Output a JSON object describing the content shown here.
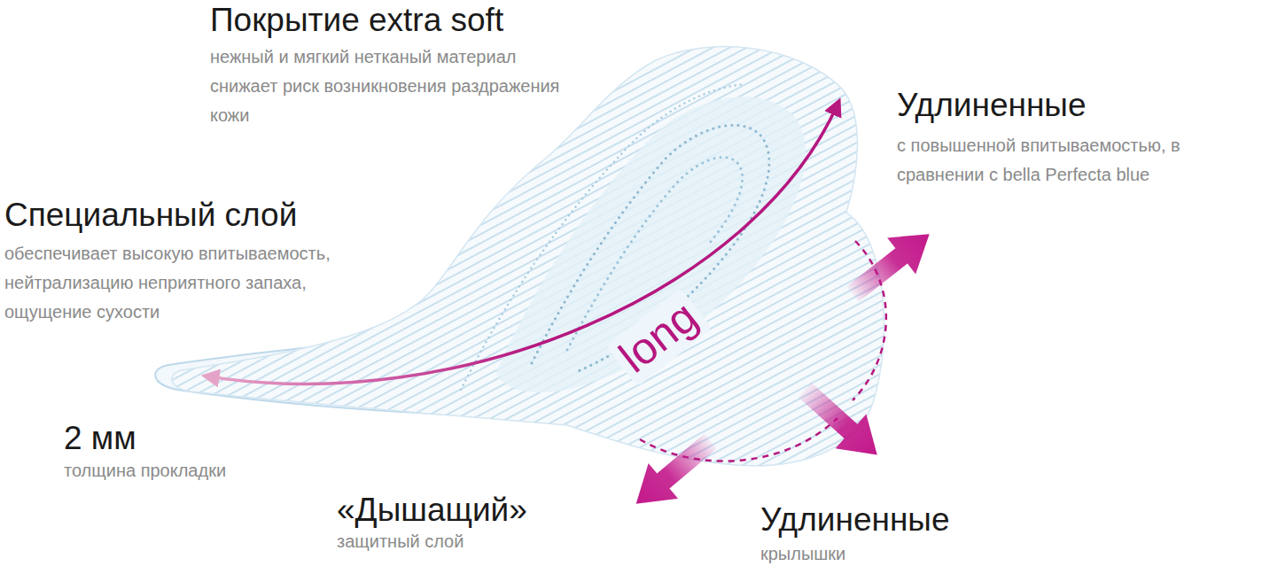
{
  "diagram": {
    "labels": [
      "Покрытие extra soft",
      "нежный и мягкий нетканый материал снижает риск возникновения раздражения кожи",
      "Удлиненные",
      "с повышенной впитываемостью, в сравнении с bella Perfecta blue",
      "Специальный слой",
      "обеспечивает высокую впитываемость, нейтрализацию неприятного запаха, ощущение сухости",
      "long",
      "2 мм",
      "толщина прокладки",
      "«Дышащий»",
      "защитный слой",
      "Удлиненные",
      "крылышки"
    ]
  }
}
